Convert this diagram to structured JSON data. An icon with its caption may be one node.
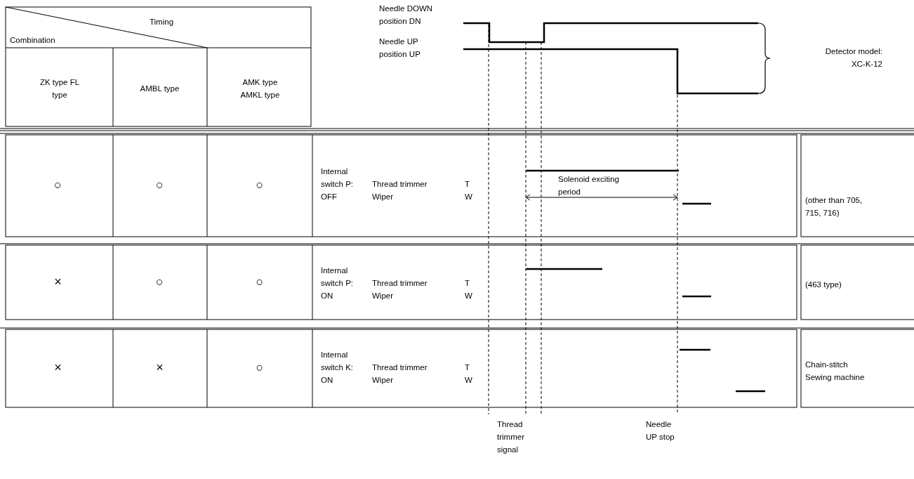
{
  "diagram": {
    "labels": [
      "Timing",
      "Combination",
      "ZK type FL type",
      "AMBL type",
      "AMK type AMKL type",
      "Needle DOWN position DN",
      "Needle UP position UP",
      "Detector model: XC-K-12",
      "○",
      "○",
      "○",
      "Internal switch P: OFF",
      "Thread trimmer",
      "T",
      "Wiper",
      "W",
      "Solenoid exciting period",
      "(other than 705, 715, 716)",
      "×",
      "○",
      "○",
      "Internal switch P: ON",
      "Thread trimmer",
      "T",
      "Wiper",
      "W",
      "(463 type)",
      "×",
      "×",
      "○",
      "Internal switch K: ON",
      "Thread trimmer",
      "T",
      "Wiper",
      "W",
      "Chain-stitch Sewing machine",
      "Thread trimmer signal",
      "Needle UP stop"
    ]
  }
}
